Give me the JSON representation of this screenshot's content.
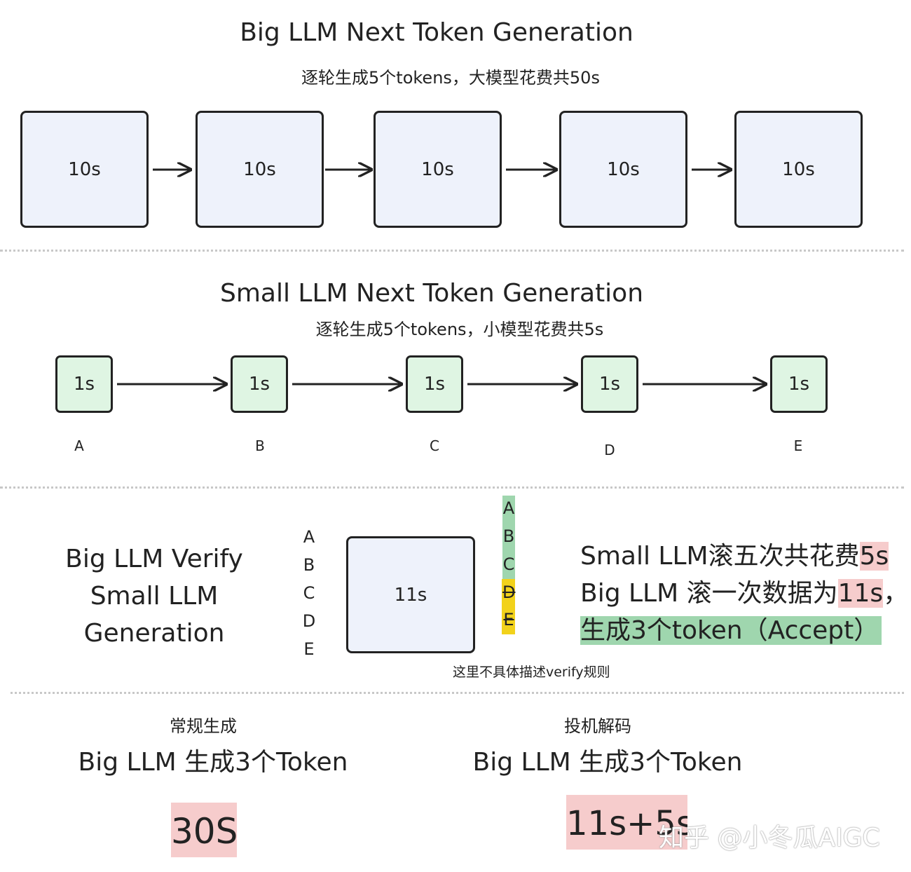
{
  "big": {
    "title": "Big LLM  Next Token Generation",
    "subtitle": "逐轮生成5个tokens，大模型花费共50s",
    "boxes": [
      "10s",
      "10s",
      "10s",
      "10s",
      "10s"
    ]
  },
  "small": {
    "title": "Small LLM  Next Token Generation",
    "subtitle": "逐轮生成5个tokens，小模型花费共5s",
    "boxes": [
      "1s",
      "1s",
      "1s",
      "1s",
      "1s"
    ],
    "tokens": [
      "A",
      "B",
      "C",
      "D",
      "E"
    ]
  },
  "verify": {
    "title_lines": [
      "Big LLM  Verify",
      "Small LLM",
      "Generation"
    ],
    "input_tokens": [
      "A",
      "B",
      "C",
      "D",
      "E"
    ],
    "box_label": "11s",
    "output_tokens": [
      "A",
      "B",
      "C",
      "D",
      "E"
    ],
    "note": "这里不具体描述verify规则",
    "desc_line1_prefix": "Small LLM滚五次共花费",
    "desc_line1_value": "5s",
    "desc_line2_prefix": "Big LLM 滚一次数据为",
    "desc_line2_value": "11s",
    "desc_line2_suffix": "，",
    "desc_line3": "生成3个token（Accept）"
  },
  "compare": {
    "left_label": "常规生成",
    "left_title": "Big LLM 生成3个Token",
    "left_value": "30S",
    "right_label": "投机解码",
    "right_title": "Big LLM 生成3个Token",
    "right_value": "11s+5s"
  },
  "watermark": "知乎 @小冬瓜AIGC",
  "colors": {
    "big_box_fill": "#eef2fb",
    "small_box_fill": "#dff5e3",
    "highlight_red": "#f6cccc",
    "highlight_green": "#9fd6ae",
    "highlight_yellow": "#f2d21b"
  }
}
